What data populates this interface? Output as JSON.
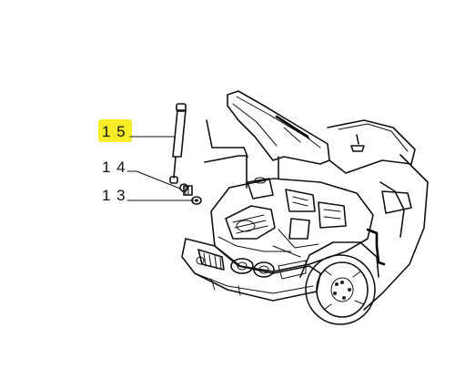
{
  "callouts": [
    {
      "id": "15",
      "label": "1 5",
      "highlighted": true
    },
    {
      "id": "14",
      "label": "1 4",
      "highlighted": false
    },
    {
      "id": "13",
      "label": "1 3",
      "highlighted": false
    }
  ],
  "colors": {
    "highlight": "#f7ec2a",
    "ink": "#111111",
    "background": "#ffffff"
  }
}
